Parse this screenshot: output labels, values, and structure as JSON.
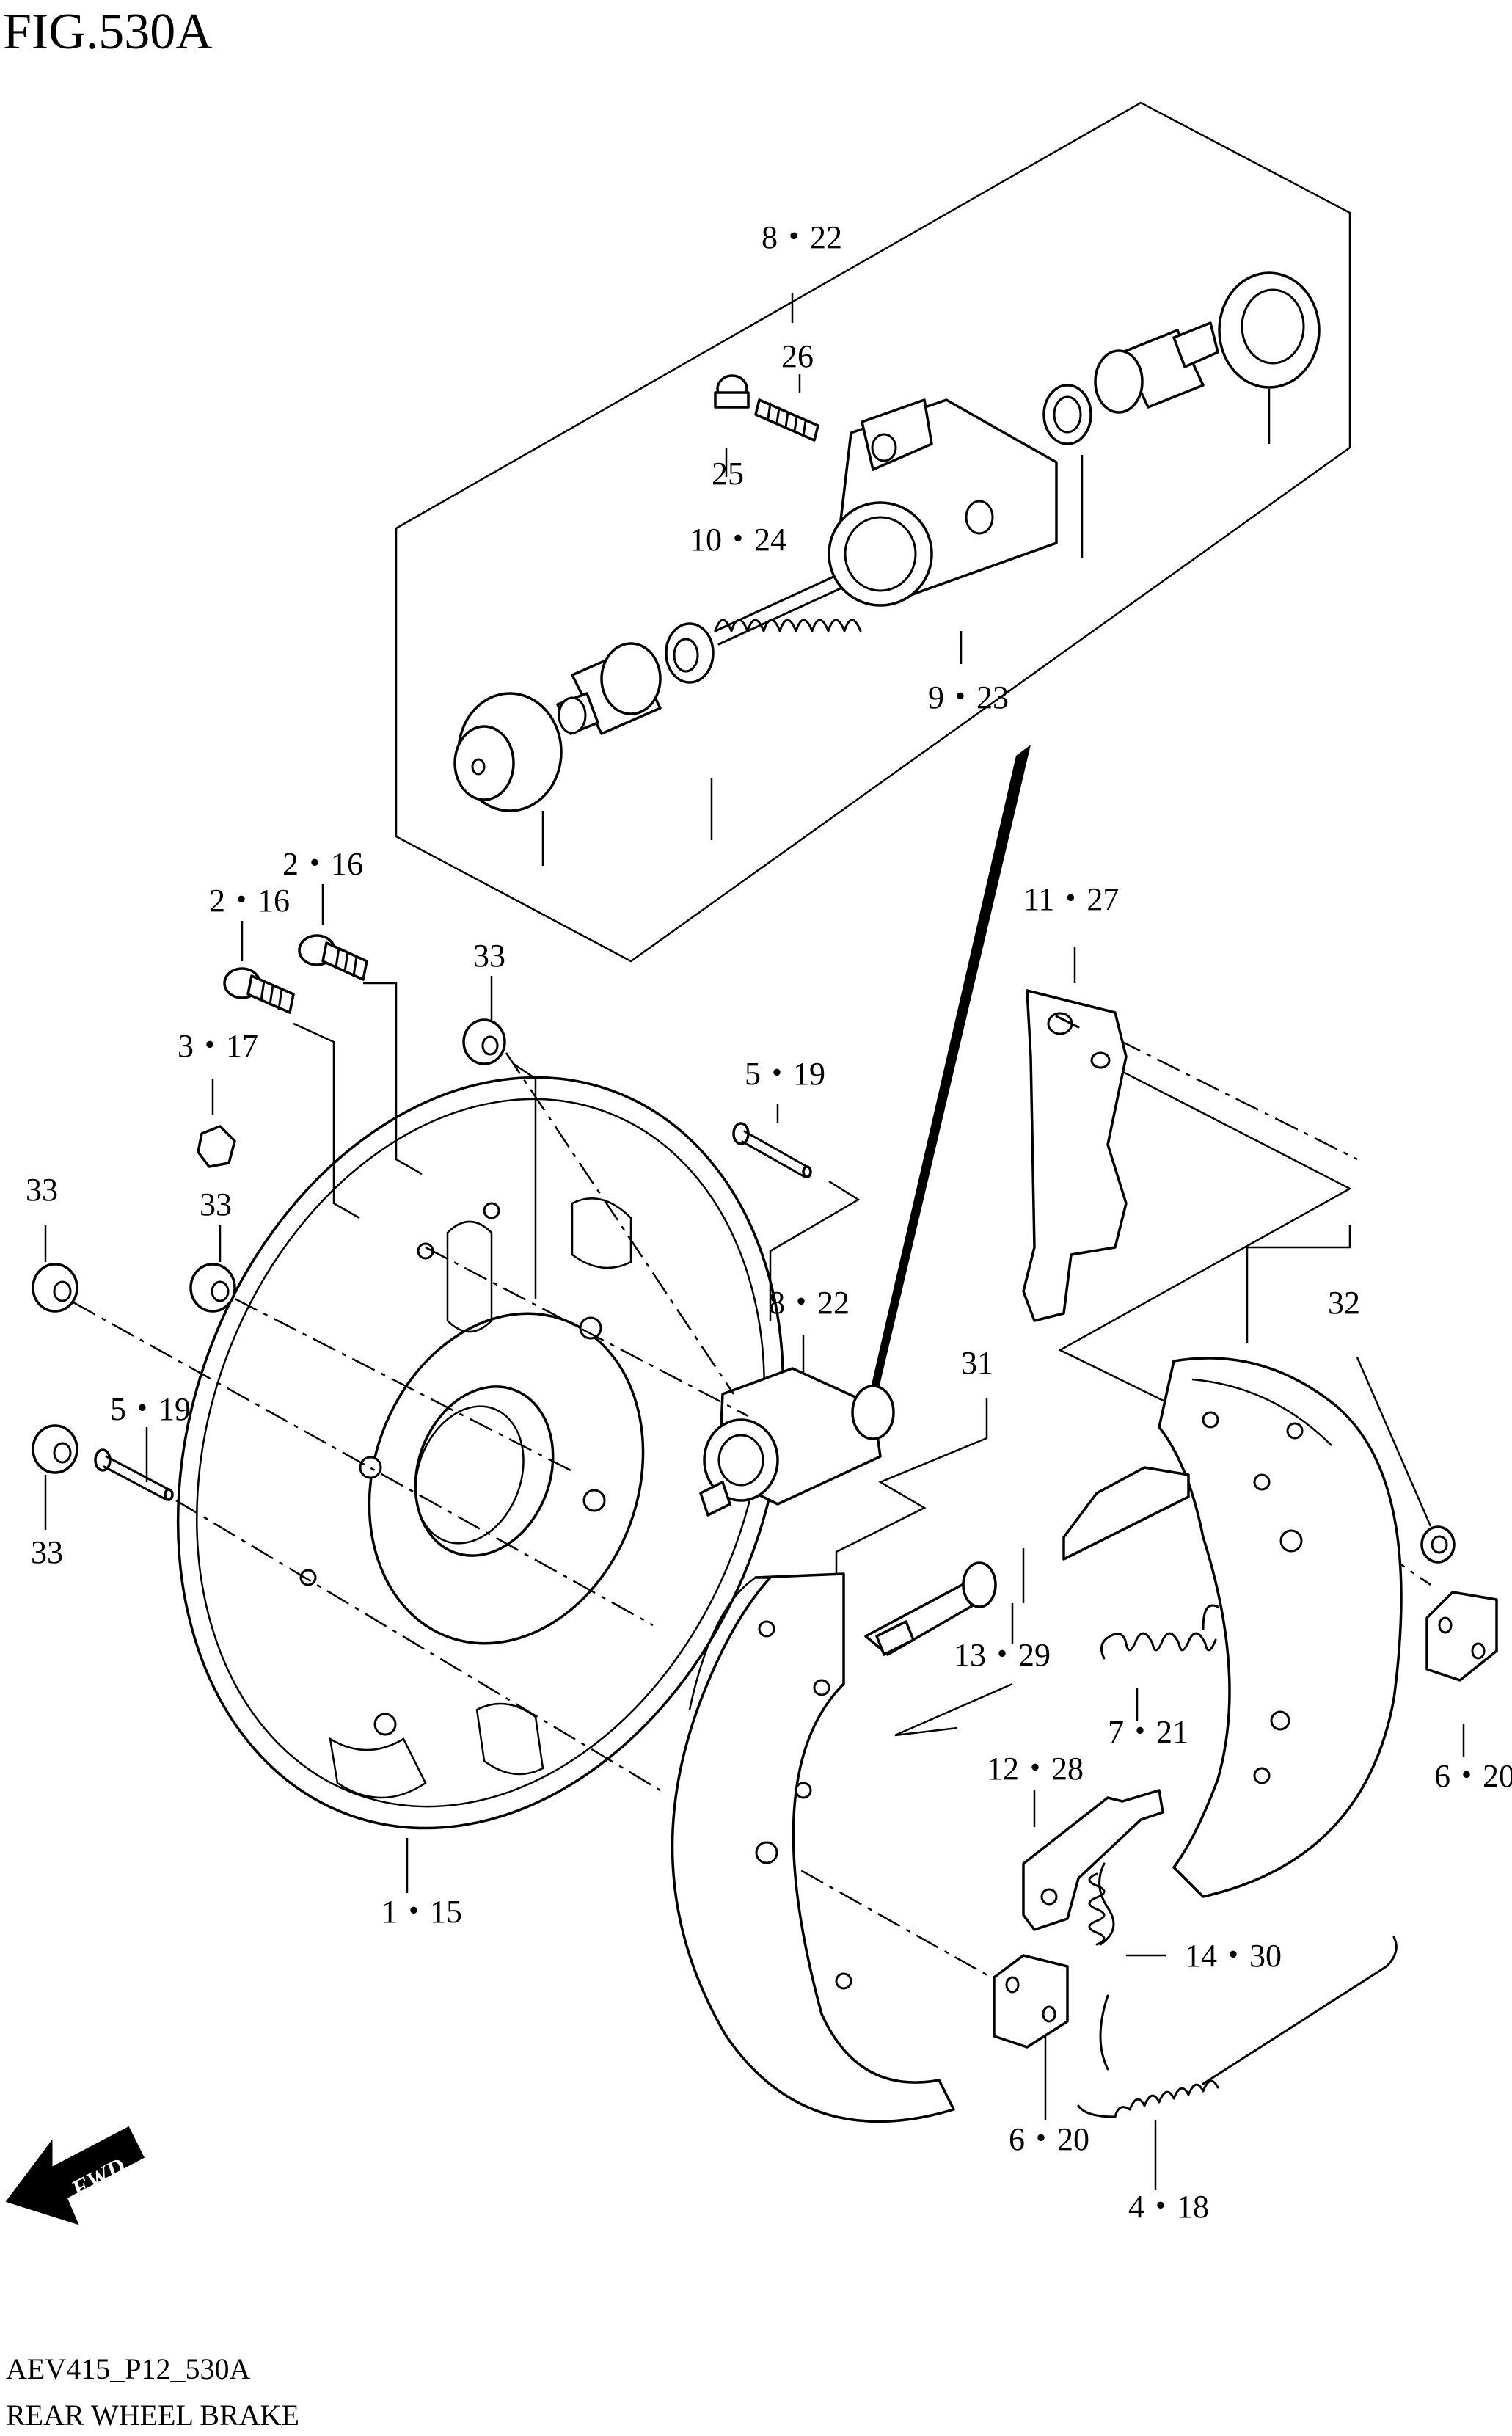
{
  "figure_title": "FIG.530A",
  "footer": {
    "code": "AEV415_P12_530A",
    "name": "REAR WHEEL BRAKE"
  },
  "fwd_label": "FWD",
  "callouts": {
    "c_8_22_top": "8・22",
    "c_26": "26",
    "c_25": "25",
    "c_10_24": "10・24",
    "c_9_23": "9・23",
    "c_2_16_a": "2・16",
    "c_2_16_b": "2・16",
    "c_33_top": "33",
    "c_3_17": "3・17",
    "c_5_19_top": "5・19",
    "c_11_27": "11・27",
    "c_33_left": "33",
    "c_33_mid": "33",
    "c_8_22_mid": "8・22",
    "c_32": "32",
    "c_5_19_left": "5・19",
    "c_31": "31",
    "c_33_bottom": "33",
    "c_13_29": "13・29",
    "c_7_21": "7・21",
    "c_6_20_right": "6・20",
    "c_12_28": "12・28",
    "c_1_15": "1・15",
    "c_14_30": "14・30",
    "c_6_20_bottom": "6・20",
    "c_4_18": "4・18"
  }
}
